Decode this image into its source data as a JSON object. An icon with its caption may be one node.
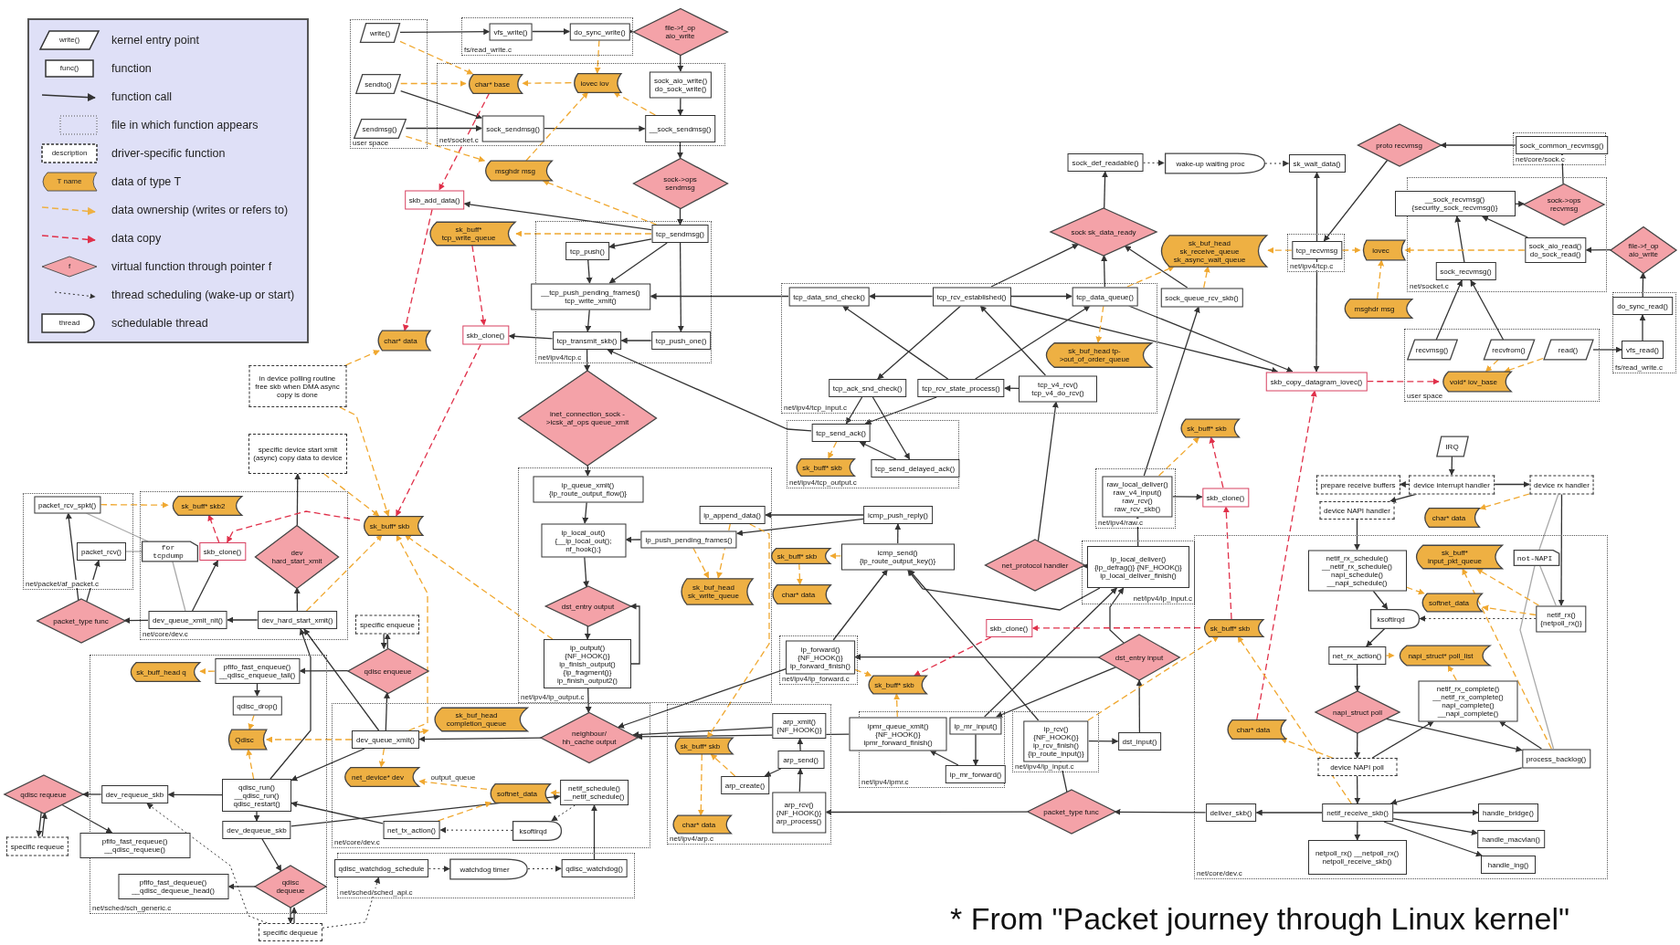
{
  "diagram": {
    "caption": "* From \"Packet journey through Linux kernel\"",
    "nodes": [
      {
        "text": [
          "user space"
        ]
      },
      {
        "text": [
          "write()"
        ],
        "in": 0
      },
      {
        "text": [
          "sendto()"
        ],
        "in": 0
      },
      {
        "text": [
          "sendmsg()"
        ],
        "in": 0
      },
      {
        "text": [
          "fs/read_write.c"
        ]
      },
      {
        "text": [
          "vfs_write()"
        ],
        "in": 4
      },
      {
        "text": [
          "do_sync_write()"
        ],
        "in": 4
      },
      {
        "text": [
          "file->f_op aio_write"
        ]
      },
      {
        "text": [
          "net/socket.c"
        ]
      },
      {
        "text": [
          "char* base"
        ],
        "in": 8
      },
      {
        "text": [
          "iovec iov"
        ],
        "in": 8
      },
      {
        "text": [
          "sock_aio_write() do_sock_write()"
        ],
        "in": 8
      },
      {
        "text": [
          "sock_sendmsg()"
        ],
        "in": 8
      },
      {
        "text": [
          "__sock_sendmsg()"
        ],
        "in": 8
      },
      {
        "text": [
          "msghdr msg"
        ]
      },
      {
        "text": [
          "sock->ops sendmsg"
        ]
      },
      {
        "text": [
          "skb_add_data()"
        ]
      },
      {
        "text": [
          "sk_buff* tcp_write_queue"
        ]
      },
      {
        "text": [
          "net/ipv4/tcp.c"
        ]
      },
      {
        "text": [
          "tcp_sendmsg()"
        ],
        "in": 18
      },
      {
        "text": [
          "tcp_push()"
        ],
        "in": 18
      },
      {
        "text": [
          "__tcp_push_pending_frames() tcp_write_xmit()"
        ],
        "in": 18
      },
      {
        "text": [
          "tcp_transmit_skb()"
        ],
        "in": 18
      },
      {
        "text": [
          "tcp_push_one()"
        ],
        "in": 18
      },
      {
        "text": [
          "char* data"
        ]
      },
      {
        "text": [
          "skb_clone()"
        ]
      },
      {
        "text": [
          "inet_connection_sock ->icsk_af_ops queue_xmit"
        ]
      },
      {
        "text": [
          "in device polling routine free skb when DMA async copy is done"
        ]
      },
      {
        "text": [
          "specific device start xmit (async) copy data to device"
        ]
      },
      {
        "text": [
          "net/ipv4/ip_output.c"
        ]
      },
      {
        "text": [
          "ip_queue_xmit() {ip_route_output_flow()}"
        ],
        "in": 29
      },
      {
        "text": [
          "ip_local_out() {__ip_local_out(); nf_hook();}"
        ],
        "in": 29
      },
      {
        "text": [
          "ip_push_pending_frames()"
        ],
        "in": 29
      },
      {
        "text": [
          "ip_append_data()"
        ],
        "in": 29
      },
      {
        "text": [
          "sk_buf_head sk_write_queue"
        ],
        "in": 29
      },
      {
        "text": [
          "dst_entry output"
        ],
        "in": 29
      },
      {
        "text": [
          "ip_output() {NF_HOOK()} ip_finish_output() {ip_fragment()} ip_finish_output2()"
        ],
        "in": 29
      },
      {
        "text": [
          "net/ipv4/tcp_input.c"
        ]
      },
      {
        "text": [
          "tcp_data_snd_check()"
        ],
        "in": 37
      },
      {
        "text": [
          "tcp_rcv_established()"
        ],
        "in": 37
      },
      {
        "text": [
          "tcp_data_queue()"
        ],
        "in": 37
      },
      {
        "text": [
          "sk_buf_head tp->out_of_order_queue"
        ],
        "in": 37
      },
      {
        "text": [
          "tcp_ack_snd_check()"
        ],
        "in": 37
      },
      {
        "text": [
          "tcp_rcv_state_process()"
        ],
        "in": 37
      },
      {
        "text": [
          "tcp_v4_rcv() tcp_v4_do_rcv()"
        ],
        "in": 37
      },
      {
        "text": [
          "net/ipv4/tcp_output.c"
        ]
      },
      {
        "text": [
          "tcp_send_ack()"
        ],
        "in": 45
      },
      {
        "text": [
          "sk_buff* skb"
        ],
        "in": 45
      },
      {
        "text": [
          "tcp_send_delayed_ack()"
        ],
        "in": 45
      },
      {
        "text": [
          "sock_def_readable()"
        ]
      },
      {
        "text": [
          "wake-up waiting proc"
        ]
      },
      {
        "text": [
          "sk_wait_data()"
        ]
      },
      {
        "text": [
          "sock sk_data_ready"
        ]
      },
      {
        "text": [
          "sk_buf_head sk_receive_queue sk_async_wait_queue"
        ]
      },
      {
        "text": [
          "sock_queue_rcv_skb()"
        ]
      },
      {
        "text": [
          "net/ipv4/tcp.c"
        ]
      },
      {
        "text": [
          "tcp_recvmsg"
        ],
        "in": 55
      },
      {
        "text": [
          "proto recvmsg"
        ]
      },
      {
        "text": [
          "net/core/sock.c"
        ]
      },
      {
        "text": [
          "sock_common_recvmsg()"
        ],
        "in": 58
      },
      {
        "text": [
          "net/socket.c"
        ]
      },
      {
        "text": [
          "__sock_recvmsg() {security_sock_recvmsg()}"
        ],
        "in": 60
      },
      {
        "text": [
          "sock->ops recvmsg"
        ],
        "in": 60
      },
      {
        "text": [
          "sock_aio_read() do_sock_read()"
        ],
        "in": 60
      },
      {
        "text": [
          "sock_recvmsg()"
        ],
        "in": 60
      },
      {
        "text": [
          "iovec"
        ]
      },
      {
        "text": [
          "msghdr msg"
        ]
      },
      {
        "text": [
          "file->f_op aio_write"
        ]
      },
      {
        "text": [
          "fs/read_write.c"
        ]
      },
      {
        "text": [
          "do_sync_read()"
        ],
        "in": 68
      },
      {
        "text": [
          "vfs_read()"
        ],
        "in": 68
      },
      {
        "text": [
          "user space"
        ]
      },
      {
        "text": [
          "recvmsg()"
        ],
        "in": 71
      },
      {
        "text": [
          "recvfrom()"
        ],
        "in": 71
      },
      {
        "text": [
          "read()"
        ],
        "in": 71
      },
      {
        "text": [
          "void* iov_base"
        ],
        "in": 71
      },
      {
        "text": [
          "skb_copy_datagram_iovec()"
        ]
      },
      {
        "text": [
          "IRQ"
        ]
      },
      {
        "text": [
          "prepare receive buffers"
        ]
      },
      {
        "text": [
          "device interrupt handler"
        ]
      },
      {
        "text": [
          "device rx handler"
        ]
      },
      {
        "text": [
          "device NAPI handler"
        ]
      },
      {
        "text": [
          "char* data"
        ]
      },
      {
        "text": [
          "net/core/dev.c"
        ]
      },
      {
        "text": [
          "sk_buff* input_pkt_queue"
        ],
        "in": 83
      },
      {
        "text": [
          "not-NAPI"
        ],
        "in": 83
      },
      {
        "text": [
          "netif_rx_schedule() __netif_rx_schedule() napi_schedule() __napi_schedule()"
        ],
        "in": 83
      },
      {
        "text": [
          "softnet_data"
        ],
        "in": 83
      },
      {
        "text": [
          "ksoftirqd"
        ],
        "in": 83
      },
      {
        "text": [
          "netif_rx() {netpoll_rx()}"
        ],
        "in": 83
      },
      {
        "text": [
          "net_rx_action()"
        ],
        "in": 83
      },
      {
        "text": [
          "napi_struct* poll_list"
        ],
        "in": 83
      },
      {
        "text": [
          "netif_rx_complete() __netif_rx_complete() napi_complete() __napi_complete()"
        ],
        "in": 83
      },
      {
        "text": [
          "napi_struct poll"
        ],
        "in": 83
      },
      {
        "text": [
          "sk_buff* skb"
        ],
        "in": 83
      },
      {
        "text": [
          "char* data"
        ],
        "in": 83
      },
      {
        "text": [
          "device NAPI poll"
        ],
        "in": 83
      },
      {
        "text": [
          "process_backlog()"
        ],
        "in": 83
      },
      {
        "text": [
          "deliver_skb()"
        ],
        "in": 83
      },
      {
        "text": [
          "netif_receive_skb()"
        ],
        "in": 83
      },
      {
        "text": [
          "handle_bridge()"
        ],
        "in": 83
      },
      {
        "text": [
          "handle_macvlan()"
        ],
        "in": 83
      },
      {
        "text": [
          "handle_ing()"
        ],
        "in": 83
      },
      {
        "text": [
          "netpoll_rx() __netpoll_rx() netpoll_receive_skb()"
        ],
        "in": 83
      },
      {
        "text": [
          "net/ipv4/raw.c"
        ]
      },
      {
        "text": [
          "raw_local_deliver() raw_v4_input() raw_rcv() raw_rcv_skb()"
        ],
        "in": 104
      },
      {
        "text": [
          "sk_buff* skb"
        ]
      },
      {
        "text": [
          "skb_clone()"
        ]
      },
      {
        "text": [
          "net/ipv4/ip_input.c"
        ]
      },
      {
        "text": [
          "ip_local_deliver() {ip_defrag()} {NF_HOOK()} ip_local_deliver_finish()"
        ],
        "in": 108
      },
      {
        "text": [
          "net_protocol handler"
        ]
      },
      {
        "text": [
          "dst_entry input"
        ]
      },
      {
        "text": [
          "net/ipv4/ip_input.c"
        ]
      },
      {
        "text": [
          "ip_rcv() {NF_HOOK()} ip_rcv_finish() {ip_route_input()}"
        ],
        "in": 112
      },
      {
        "text": [
          "dst_input()"
        ]
      },
      {
        "text": [
          "packet_type func"
        ]
      },
      {
        "text": [
          "net/ipv4/ipmr.c"
        ]
      },
      {
        "text": [
          "ipmr_queue_xmit() {NF_HOOK()} ipmr_forward_finish()"
        ],
        "in": 116
      },
      {
        "text": [
          "ip_mr_input()"
        ],
        "in": 116
      },
      {
        "text": [
          "ip_mr_forward()"
        ],
        "in": 116
      },
      {
        "text": [
          "net/ipv4/ip_forward.c"
        ]
      },
      {
        "text": [
          "ip_forward() {NF_HOOK()} ip_forward_finish()"
        ],
        "in": 120
      },
      {
        "text": [
          "sk_buff* skb"
        ]
      },
      {
        "text": [
          "skb_clone()"
        ]
      },
      {
        "text": [
          "icmp_push_reply()"
        ]
      },
      {
        "text": [
          "icmp_send() {ip_route_output_key()}"
        ]
      },
      {
        "text": [
          "sk_buff* skb"
        ]
      },
      {
        "text": [
          "char* data"
        ]
      },
      {
        "text": [
          "net/ipv4/arp.c"
        ]
      },
      {
        "text": [
          "arp_xmit() {NF_HOOK()}"
        ],
        "in": 128
      },
      {
        "text": [
          "arp_send()"
        ],
        "in": 128
      },
      {
        "text": [
          "arp_create()"
        ],
        "in": 128
      },
      {
        "text": [
          "arp_rcv() {NF_HOOK()} arp_process()"
        ],
        "in": 128
      },
      {
        "text": [
          "sk_buff* skb"
        ],
        "in": 128
      },
      {
        "text": [
          "char* data"
        ],
        "in": 128
      },
      {
        "text": [
          "neighbour/ hh_cache output"
        ],
        "in": 136
      },
      {
        "text": [
          "net/core/dev.c"
        ]
      },
      {
        "text": [
          "dev_queue_xmit()"
        ],
        "in": 136
      },
      {
        "text": [
          "sk_buf_head completion_queue"
        ],
        "in": 136
      },
      {
        "text": [
          "net_device* dev"
        ],
        "in": 136
      },
      {
        "text": [
          "softnet_data"
        ],
        "in": 136
      },
      {
        "text": [
          "netif_schedule() __netif_schedule()"
        ],
        "in": 136
      },
      {
        "text": [
          "net_tx_action()"
        ],
        "in": 136
      },
      {
        "text": [
          "ksoftirqd"
        ],
        "in": 136
      },
      {
        "text": [
          "net/sched/sched_api.c"
        ]
      },
      {
        "text": [
          "qdisc_watchdog_schedule"
        ],
        "in": 144
      },
      {
        "text": [
          "watchdog timer"
        ],
        "in": 144
      },
      {
        "text": [
          "qdisc_watchdog()"
        ],
        "in": 144
      },
      {
        "text": [
          "net/sched/sch_generic.c"
        ]
      },
      {
        "text": [
          "sk_buff_head q"
        ],
        "in": 148
      },
      {
        "text": [
          "pfifo_fast_enqueue() __qdisc_enqueue_tail()"
        ],
        "in": 148
      },
      {
        "text": [
          "qdisc_drop()"
        ],
        "in": 148
      },
      {
        "text": [
          "Qdisc"
        ],
        "in": 148
      },
      {
        "text": [
          "qdisc_run() __qdisc_run() qdisc_restart()"
        ],
        "in": 148
      },
      {
        "text": [
          "dev_requeue_skb"
        ],
        "in": 148
      },
      {
        "text": [
          "dev_dequeue_skb"
        ],
        "in": 148
      },
      {
        "text": [
          "pfifo_fast_requeue() __qdisc_requeue()"
        ],
        "in": 148
      },
      {
        "text": [
          "pfifo_fast_dequeue() __qdisc_dequeue_head()"
        ],
        "in": 148
      },
      {
        "text": [
          "qdisc dequeue"
        ],
        "in": 148
      },
      {
        "text": [
          "qdisc enqueue"
        ]
      },
      {
        "text": [
          "specific enqueue"
        ]
      },
      {
        "text": [
          "qdisc requeue"
        ]
      },
      {
        "text": [
          "specific requeue"
        ]
      },
      {
        "text": [
          "specific dequeue"
        ]
      },
      {
        "text": [
          "net/core/dev.c"
        ]
      },
      {
        "text": [
          "sk_buff* skb2"
        ],
        "in": 164
      },
      {
        "text": [
          "for tcpdump"
        ],
        "in": 164
      },
      {
        "text": [
          "skb_clone()"
        ],
        "in": 164
      },
      {
        "text": [
          "dev hard_start_xmit"
        ],
        "in": 164
      },
      {
        "text": [
          "dev_queue_xmit_nit()"
        ],
        "in": 164
      },
      {
        "text": [
          "dev_hard_start_xmit()"
        ],
        "in": 164
      },
      {
        "text": [
          "net/packet/af_packet.c"
        ]
      },
      {
        "text": [
          "packet_rcv_spkt()"
        ],
        "in": 171
      },
      {
        "text": [
          "packet_rcv()"
        ],
        "in": 171
      },
      {
        "text": [
          "packet_type func"
        ]
      },
      {
        "text": [
          "sk_buff* skb"
        ]
      }
    ],
    "edges": [
      {
        "from": 1,
        "to": 5,
        "arrow": "to"
      },
      {
        "from": 5,
        "to": 6,
        "arrow": "to"
      },
      {
        "from": 6,
        "to": 7,
        "arrow": "to"
      },
      {
        "from": 7,
        "to": 11,
        "arrow": "to"
      },
      {
        "from": 11,
        "to": 13,
        "arrow": "to"
      },
      {
        "from": 2,
        "to": 12,
        "arrow": "to"
      },
      {
        "from": 3,
        "to": 12,
        "arrow": "to"
      },
      {
        "from": 12,
        "to": 13,
        "arrow": "to"
      },
      {
        "from": 13,
        "to": 15,
        "arrow": "to"
      },
      {
        "from": 15,
        "to": 19,
        "arrow": "to"
      },
      {
        "from": 19,
        "to": 16,
        "arrow": "to"
      },
      {
        "from": 19,
        "to": 20,
        "arrow": "to"
      },
      {
        "from": 19,
        "to": 21,
        "arrow": "to"
      },
      {
        "from": 19,
        "to": 23,
        "arrow": "to"
      },
      {
        "from": 20,
        "to": 21,
        "arrow": "to"
      },
      {
        "from": 21,
        "to": 22,
        "arrow": "to"
      },
      {
        "from": 23,
        "to": 22,
        "arrow": "to"
      },
      {
        "from": 22,
        "to": 25,
        "arrow": "to"
      },
      {
        "from": 22,
        "to": 26,
        "arrow": "to"
      },
      {
        "from": 26,
        "to": 30,
        "arrow": "to"
      },
      {
        "from": 30,
        "to": 31,
        "arrow": "to"
      },
      {
        "from": 32,
        "to": 31,
        "arrow": "to"
      },
      {
        "from": 31,
        "to": 35,
        "arrow": "to"
      },
      {
        "from": 35,
        "to": 36,
        "arrow": "to"
      },
      {
        "from": 36,
        "to": 35,
        "arrow": "to"
      },
      {
        "from": 36,
        "to": 135,
        "arrow": "to"
      },
      {
        "from": 124,
        "to": 33,
        "arrow": "to"
      },
      {
        "from": 124,
        "to": 32,
        "arrow": "to"
      },
      {
        "from": 125,
        "to": 124,
        "arrow": "to"
      },
      {
        "from": 38,
        "to": 21,
        "arrow": "to"
      },
      {
        "from": 39,
        "to": 38,
        "arrow": "to"
      },
      {
        "from": 39,
        "to": 40,
        "arrow": "to"
      },
      {
        "from": 39,
        "to": 42,
        "arrow": "to"
      },
      {
        "from": 39,
        "to": 52,
        "arrow": "to"
      },
      {
        "from": 40,
        "to": 52,
        "arrow": "to"
      },
      {
        "from": 39,
        "to": 76,
        "arrow": "to"
      },
      {
        "from": 40,
        "to": 76,
        "arrow": "to"
      },
      {
        "from": 43,
        "to": 38,
        "arrow": "to"
      },
      {
        "from": 43,
        "to": 40,
        "arrow": "to"
      },
      {
        "from": 43,
        "to": 46,
        "arrow": "to"
      },
      {
        "from": 42,
        "to": 46,
        "arrow": "to"
      },
      {
        "from": 42,
        "to": 48,
        "arrow": "to"
      },
      {
        "from": 48,
        "to": 46,
        "arrow": "to"
      },
      {
        "from": 44,
        "to": 43,
        "arrow": "to"
      },
      {
        "from": 44,
        "to": 39,
        "arrow": "to"
      },
      {
        "from": 46,
        "to": 22,
        "arrow": "to"
      },
      {
        "from": 52,
        "to": 49,
        "arrow": "to"
      },
      {
        "from": 49,
        "to": 50,
        "arrow": "to",
        "style": "dashed"
      },
      {
        "from": 50,
        "to": 51,
        "arrow": "to",
        "style": "dashed"
      },
      {
        "from": 56,
        "to": 51,
        "arrow": "to"
      },
      {
        "from": 56,
        "to": 76,
        "arrow": "to"
      },
      {
        "from": 57,
        "to": 56,
        "arrow": "to"
      },
      {
        "from": 59,
        "to": 57,
        "arrow": "to"
      },
      {
        "from": 62,
        "to": 59,
        "arrow": "to"
      },
      {
        "from": 61,
        "to": 62,
        "arrow": "to"
      },
      {
        "from": 64,
        "to": 61,
        "arrow": "to"
      },
      {
        "from": 63,
        "to": 61,
        "arrow": "to"
      },
      {
        "from": 67,
        "to": 63,
        "arrow": "to"
      },
      {
        "from": 69,
        "to": 67,
        "arrow": "to"
      },
      {
        "from": 70,
        "to": 69,
        "arrow": "to"
      },
      {
        "from": 74,
        "to": 70,
        "arrow": "to"
      },
      {
        "from": 72,
        "to": 64,
        "arrow": "to"
      },
      {
        "from": 73,
        "to": 64,
        "arrow": "to"
      },
      {
        "from": 54,
        "to": 52,
        "arrow": "to"
      },
      {
        "from": 113,
        "to": 114,
        "arrow": "to"
      },
      {
        "from": 114,
        "to": 111,
        "arrow": "to"
      },
      {
        "from": 111,
        "to": 109,
        "arrow": "to"
      },
      {
        "from": 111,
        "to": 121,
        "arrow": "to"
      },
      {
        "from": 109,
        "to": 110,
        "arrow": "to"
      },
      {
        "from": 110,
        "to": 44,
        "arrow": "to"
      },
      {
        "from": 109,
        "to": 105,
        "arrow": "to"
      },
      {
        "from": 105,
        "to": 107,
        "arrow": "to"
      },
      {
        "from": 105,
        "to": 54,
        "arrow": "to"
      },
      {
        "from": 109,
        "to": 125,
        "arrow": "to"
      },
      {
        "from": 121,
        "to": 125,
        "arrow": "to"
      },
      {
        "from": 113,
        "to": 125,
        "arrow": "to"
      },
      {
        "from": 118,
        "to": 109,
        "arrow": "to"
      },
      {
        "from": 111,
        "to": 118,
        "arrow": "to"
      },
      {
        "from": 118,
        "to": 119,
        "arrow": "to"
      },
      {
        "from": 119,
        "to": 117,
        "arrow": "to"
      },
      {
        "from": 117,
        "to": 135,
        "arrow": "to"
      },
      {
        "from": 121,
        "to": 135,
        "arrow": "to"
      },
      {
        "from": 129,
        "to": 135,
        "arrow": "to"
      },
      {
        "from": 130,
        "to": 129,
        "arrow": "to"
      },
      {
        "from": 130,
        "to": 131,
        "arrow": "to"
      },
      {
        "from": 132,
        "to": 130,
        "arrow": "to"
      },
      {
        "from": 115,
        "to": 132,
        "arrow": "to"
      },
      {
        "from": 115,
        "to": 113,
        "arrow": "to"
      },
      {
        "from": 98,
        "to": 115,
        "arrow": "to"
      },
      {
        "from": 99,
        "to": 98,
        "arrow": "to"
      },
      {
        "from": 99,
        "to": 100,
        "arrow": "to"
      },
      {
        "from": 99,
        "to": 101,
        "arrow": "to"
      },
      {
        "from": 99,
        "to": 102,
        "arrow": "to"
      },
      {
        "from": 99,
        "to": 103,
        "arrow": "to"
      },
      {
        "from": 96,
        "to": 99,
        "arrow": "to"
      },
      {
        "from": 97,
        "to": 99,
        "arrow": "to"
      },
      {
        "from": 93,
        "to": 96,
        "arrow": "to"
      },
      {
        "from": 93,
        "to": 97,
        "arrow": "to"
      },
      {
        "from": 96,
        "to": 92,
        "arrow": "to"
      },
      {
        "from": 97,
        "to": 92,
        "arrow": "to"
      },
      {
        "from": 90,
        "to": 93,
        "arrow": "to"
      },
      {
        "from": 88,
        "to": 90,
        "arrow": "to"
      },
      {
        "from": 86,
        "to": 88,
        "arrow": "to"
      },
      {
        "from": 81,
        "to": 86,
        "arrow": "to"
      },
      {
        "from": 79,
        "to": 81,
        "arrow": "to"
      },
      {
        "from": 79,
        "to": 78,
        "arrow": "to"
      },
      {
        "from": 79,
        "to": 80,
        "arrow": "to"
      },
      {
        "from": 77,
        "to": 79,
        "arrow": "to"
      },
      {
        "from": 80,
        "to": 89,
        "arrow": "to"
      },
      {
        "from": 89,
        "to": 88,
        "arrow": "to",
        "style": "dashed"
      },
      {
        "from": 135,
        "to": 137,
        "arrow": "to"
      },
      {
        "from": 137,
        "to": 159,
        "arrow": "to"
      },
      {
        "from": 137,
        "to": 170,
        "arrow": "to"
      },
      {
        "from": 137,
        "to": 153,
        "arrow": "to"
      },
      {
        "from": 159,
        "to": 150,
        "arrow": "to"
      },
      {
        "from": 159,
        "to": 160,
        "arrow": "to"
      },
      {
        "from": 160,
        "to": 159,
        "arrow": "to"
      },
      {
        "from": 150,
        "to": 151,
        "arrow": "to"
      },
      {
        "from": 153,
        "to": 170,
        "arrow": "to"
      },
      {
        "from": 153,
        "to": 154,
        "arrow": "to"
      },
      {
        "from": 153,
        "to": 155,
        "arrow": "to"
      },
      {
        "from": 154,
        "to": 161,
        "arrow": "to"
      },
      {
        "from": 161,
        "to": 156,
        "arrow": "to"
      },
      {
        "from": 161,
        "to": 162,
        "arrow": "to"
      },
      {
        "from": 162,
        "to": 161,
        "arrow": "to"
      },
      {
        "from": 155,
        "to": 158,
        "arrow": "to"
      },
      {
        "from": 158,
        "to": 157,
        "arrow": "to"
      },
      {
        "from": 158,
        "to": 163,
        "arrow": "to"
      },
      {
        "from": 163,
        "to": 158,
        "arrow": "to"
      },
      {
        "from": 163,
        "to": 154,
        "arrow": "to",
        "style": "dashed"
      },
      {
        "from": 163,
        "to": 145,
        "arrow": "to",
        "style": "dashed"
      },
      {
        "from": 145,
        "to": 146,
        "arrow": "to",
        "style": "dashed"
      },
      {
        "from": 146,
        "to": 147,
        "arrow": "to",
        "style": "dashed"
      },
      {
        "from": 147,
        "to": 141,
        "arrow": "to"
      },
      {
        "from": 141,
        "to": 143,
        "arrow": "to",
        "style": "dashed"
      },
      {
        "from": 143,
        "to": 142,
        "arrow": "to",
        "style": "dashed"
      },
      {
        "from": 142,
        "to": 153,
        "arrow": "to"
      },
      {
        "from": 155,
        "to": 141,
        "arrow": "to"
      },
      {
        "from": 170,
        "to": 168,
        "arrow": "to"
      },
      {
        "from": 170,
        "to": 169,
        "arrow": "to"
      },
      {
        "from": 169,
        "to": 174,
        "arrow": "to"
      },
      {
        "from": 169,
        "to": 167,
        "arrow": "to"
      },
      {
        "from": 174,
        "to": 172,
        "arrow": "to"
      },
      {
        "from": 174,
        "to": 173,
        "arrow": "to"
      },
      {
        "from": 168,
        "to": 28,
        "arrow": "to"
      },
      {
        "from": 166,
        "to": 172,
        "arrow": "none",
        "color": "#aaaaaa"
      },
      {
        "from": 166,
        "to": 173,
        "arrow": "none",
        "color": "#aaaaaa"
      },
      {
        "from": 166,
        "to": 169,
        "arrow": "none",
        "color": "#aaaaaa"
      },
      {
        "from": 85,
        "to": 80,
        "arrow": "none",
        "color": "#aaaaaa"
      },
      {
        "from": 85,
        "to": 89,
        "arrow": "none",
        "color": "#aaaaaa"
      },
      {
        "from": 85,
        "to": 97,
        "arrow": "none",
        "color": "#aaaaaa"
      },
      {
        "from": 9,
        "to": 16,
        "arrow": "to",
        "style": "dashed",
        "color": "#e0304a"
      },
      {
        "from": 16,
        "to": 24,
        "arrow": "to",
        "style": "dashed",
        "color": "#e0304a"
      },
      {
        "from": 17,
        "to": 25,
        "arrow": "to",
        "style": "dashed",
        "color": "#e0304a"
      },
      {
        "from": 25,
        "to": 175,
        "arrow": "to",
        "style": "dashed",
        "color": "#e0304a"
      },
      {
        "from": 175,
        "to": 167,
        "arrow": "to",
        "style": "dashed",
        "color": "#e0304a"
      },
      {
        "from": 167,
        "to": 165,
        "arrow": "to",
        "style": "dashed",
        "color": "#e0304a"
      },
      {
        "from": 107,
        "to": 106,
        "arrow": "to",
        "style": "dashed",
        "color": "#e0304a"
      },
      {
        "from": 94,
        "to": 107,
        "arrow": "to",
        "style": "dashed",
        "color": "#e0304a"
      },
      {
        "from": 94,
        "to": 123,
        "arrow": "to",
        "style": "dashed",
        "color": "#e0304a"
      },
      {
        "from": 123,
        "to": 122,
        "arrow": "to",
        "style": "dashed",
        "color": "#e0304a"
      },
      {
        "from": 95,
        "to": 76,
        "arrow": "to",
        "style": "dashed",
        "color": "#e0304a"
      },
      {
        "from": 76,
        "to": 75,
        "arrow": "to",
        "style": "dashed",
        "color": "#e0304a"
      },
      {
        "from": 1,
        "to": 9,
        "arrow": "to",
        "style": "dashed",
        "color": "#f0a830"
      },
      {
        "from": 2,
        "to": 9,
        "arrow": "to",
        "style": "dashed",
        "color": "#f0a830"
      },
      {
        "from": 3,
        "to": 14,
        "arrow": "to",
        "style": "dashed",
        "color": "#f0a830"
      },
      {
        "from": 6,
        "to": 10,
        "arrow": "to",
        "style": "dashed",
        "color": "#f0a830"
      },
      {
        "from": 10,
        "to": 9,
        "arrow": "to",
        "style": "dashed",
        "color": "#f0a830"
      },
      {
        "from": 13,
        "to": 10,
        "arrow": "to",
        "style": "dashed",
        "color": "#f0a830"
      },
      {
        "from": 14,
        "to": 10,
        "arrow": "to",
        "style": "dashed",
        "color": "#f0a830"
      },
      {
        "from": 19,
        "to": 17,
        "arrow": "to",
        "style": "dashed",
        "color": "#f0a830"
      },
      {
        "from": 19,
        "to": 14,
        "arrow": "to",
        "style": "dashed",
        "color": "#f0a830"
      },
      {
        "from": 27,
        "to": 24,
        "arrow": "to",
        "style": "dashed",
        "color": "#f0a830"
      },
      {
        "from": 27,
        "to": 175,
        "arrow": "to",
        "style": "dashed",
        "color": "#f0a830"
      },
      {
        "from": 28,
        "to": 175,
        "arrow": "to",
        "style": "dashed",
        "color": "#f0a830"
      },
      {
        "from": 46,
        "to": 47,
        "arrow": "to",
        "style": "dashed",
        "color": "#f0a830"
      },
      {
        "from": 40,
        "to": 41,
        "arrow": "to",
        "style": "dashed",
        "color": "#f0a830"
      },
      {
        "from": 40,
        "to": 53,
        "arrow": "to",
        "style": "dashed",
        "color": "#f0a830"
      },
      {
        "from": 54,
        "to": 53,
        "arrow": "to",
        "style": "dashed",
        "color": "#f0a830"
      },
      {
        "from": 56,
        "to": 53,
        "arrow": "to",
        "style": "dashed",
        "color": "#f0a830"
      },
      {
        "from": 56,
        "to": 65,
        "arrow": "to",
        "style": "dashed",
        "color": "#f0a830"
      },
      {
        "from": 66,
        "to": 65,
        "arrow": "to",
        "style": "dashed",
        "color": "#f0a830"
      },
      {
        "from": 63,
        "to": 65,
        "arrow": "to",
        "style": "dashed",
        "color": "#f0a830"
      },
      {
        "from": 73,
        "to": 75,
        "arrow": "to",
        "style": "dashed",
        "color": "#f0a830"
      },
      {
        "from": 74,
        "to": 75,
        "arrow": "to",
        "style": "dashed",
        "color": "#f0a830"
      },
      {
        "from": 33,
        "to": 34,
        "arrow": "to",
        "style": "dashed",
        "color": "#f0a830"
      },
      {
        "from": 32,
        "to": 34,
        "arrow": "to",
        "style": "dashed",
        "color": "#f0a830"
      },
      {
        "from": 33,
        "to": 133,
        "arrow": "to",
        "style": "dashed",
        "color": "#f0a830"
      },
      {
        "from": 133,
        "to": 134,
        "arrow": "to",
        "style": "dashed",
        "color": "#f0a830"
      },
      {
        "from": 131,
        "to": 133,
        "arrow": "to",
        "style": "dashed",
        "color": "#f0a830"
      },
      {
        "from": 125,
        "to": 126,
        "arrow": "to",
        "style": "dashed",
        "color": "#f0a830"
      },
      {
        "from": 126,
        "to": 127,
        "arrow": "to",
        "style": "dashed",
        "color": "#f0a830"
      },
      {
        "from": 137,
        "to": 138,
        "arrow": "to",
        "style": "dashed",
        "color": "#f0a830"
      },
      {
        "from": 137,
        "to": 139,
        "arrow": "to",
        "style": "dashed",
        "color": "#f0a830"
      },
      {
        "from": 137,
        "to": 152,
        "arrow": "to",
        "style": "dashed",
        "color": "#f0a830"
      },
      {
        "from": 140,
        "to": 139,
        "label": "output_queue",
        "arrow": "to",
        "style": "dashed",
        "color": "#f0a830"
      },
      {
        "from": 142,
        "to": 140,
        "arrow": "to",
        "style": "dashed",
        "color": "#f0a830"
      },
      {
        "from": 141,
        "to": 140,
        "arrow": "to",
        "style": "dashed",
        "color": "#f0a830"
      },
      {
        "from": 153,
        "to": 152,
        "arrow": "to",
        "style": "dashed",
        "color": "#f0a830"
      },
      {
        "from": 150,
        "to": 149,
        "arrow": "to",
        "style": "dashed",
        "color": "#f0a830"
      },
      {
        "from": 151,
        "to": 152,
        "arrow": "to",
        "style": "dashed",
        "color": "#f0a830"
      },
      {
        "from": 172,
        "to": 165,
        "arrow": "to",
        "style": "dashed",
        "color": "#f0a830"
      },
      {
        "from": 36,
        "to": 175,
        "arrow": "to",
        "style": "dashed",
        "color": "#f0a830"
      },
      {
        "from": 137,
        "to": 175,
        "arrow": "to",
        "style": "dashed",
        "color": "#f0a830"
      },
      {
        "from": 170,
        "to": 175,
        "arrow": "to",
        "style": "dashed",
        "color": "#f0a830"
      },
      {
        "from": 80,
        "to": 82,
        "arrow": "to",
        "style": "dashed",
        "color": "#f0a830"
      },
      {
        "from": 89,
        "to": 84,
        "arrow": "to",
        "style": "dashed",
        "color": "#f0a830"
      },
      {
        "from": 89,
        "to": 87,
        "arrow": "to",
        "style": "dashed",
        "color": "#f0a830"
      },
      {
        "from": 86,
        "to": 87,
        "arrow": "to",
        "style": "dashed",
        "color": "#f0a830"
      },
      {
        "from": 90,
        "to": 91,
        "arrow": "to",
        "style": "dashed",
        "color": "#f0a830"
      },
      {
        "from": 92,
        "to": 91,
        "arrow": "to",
        "style": "dashed",
        "color": "#f0a830"
      },
      {
        "from": 97,
        "to": 84,
        "arrow": "to",
        "style": "dashed",
        "color": "#f0a830"
      },
      {
        "from": 96,
        "to": 95,
        "arrow": "to",
        "style": "dashed",
        "color": "#f0a830"
      },
      {
        "from": 99,
        "to": 94,
        "arrow": "to",
        "style": "dashed",
        "color": "#f0a830"
      },
      {
        "from": 117,
        "to": 122,
        "arrow": "to",
        "style": "dashed",
        "color": "#f0a830"
      },
      {
        "from": 121,
        "to": 122,
        "arrow": "to",
        "style": "dashed",
        "color": "#f0a830"
      },
      {
        "from": 105,
        "to": 106,
        "arrow": "to",
        "style": "dashed",
        "color": "#f0a830"
      },
      {
        "from": 113,
        "to": 94,
        "arrow": "to",
        "style": "dashed",
        "color": "#f0a830"
      }
    ],
    "labels": [
      "write()",
      "func()",
      "description",
      "T name",
      "f",
      "thread"
    ],
    "legend": [
      {
        "text": "kernel entry point"
      },
      {
        "text": "function"
      },
      {
        "text": "function call"
      },
      {
        "text": "file in which function appears"
      },
      {
        "text": "driver-specific function"
      },
      {
        "text": "data of type T"
      },
      {
        "text": "data ownership (writes or refers to)"
      },
      {
        "text": "data copy"
      },
      {
        "text": "virtual function through pointer f"
      },
      {
        "text": "thread scheduling (wake-up or start)"
      },
      {
        "text": "schedulable thread"
      }
    ]
  }
}
